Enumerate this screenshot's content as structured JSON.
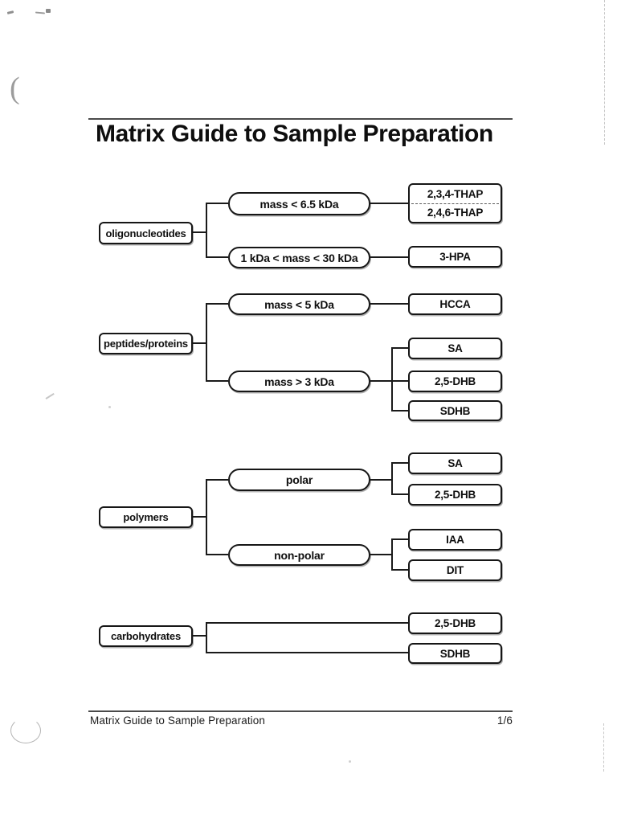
{
  "header": {
    "title": "Matrix Guide to Sample Preparation"
  },
  "footer": {
    "left": "Matrix Guide to Sample Preparation",
    "right": "1/6"
  },
  "colors": {
    "ink": "#161616",
    "paper": "#ffffff"
  },
  "diagram": {
    "clusters": [
      {
        "category": "oligonucleotides",
        "branches": [
          {
            "condition": "mass < 6.5 kDa",
            "matrices": [
              "2,3,4-THAP",
              "2,4,6-THAP"
            ]
          },
          {
            "condition": "1 kDa < mass < 30 kDa",
            "matrices": [
              "3-HPA"
            ]
          }
        ]
      },
      {
        "category": "peptides/proteins",
        "branches": [
          {
            "condition": "mass < 5 kDa",
            "matrices": [
              "HCCA"
            ]
          },
          {
            "condition": "mass > 3 kDa",
            "matrices": [
              "SA",
              "2,5-DHB",
              "SDHB"
            ]
          }
        ]
      },
      {
        "category": "polymers",
        "branches": [
          {
            "condition": "polar",
            "matrices": [
              "SA",
              "2,5-DHB"
            ]
          },
          {
            "condition": "non-polar",
            "matrices": [
              "IAA",
              "DIT"
            ]
          }
        ]
      },
      {
        "category": "carbohydrates",
        "branches": [
          {
            "matrices": [
              "2,5-DHB",
              "SDHB"
            ]
          }
        ]
      }
    ]
  }
}
